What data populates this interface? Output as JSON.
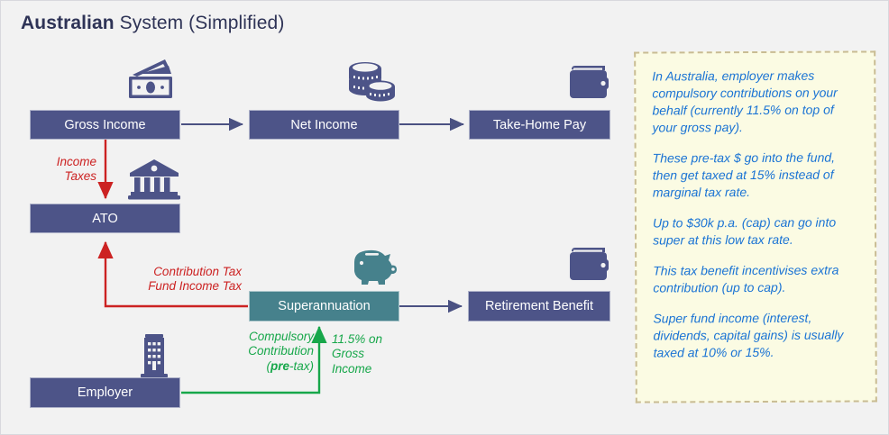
{
  "title": {
    "bold": "Australian",
    "rest": " System (Simplified)"
  },
  "colors": {
    "canvas_bg": "#f2f2f2",
    "navy": "#4d5488",
    "teal": "#46818c",
    "red": "#cc2222",
    "green": "#17a74a",
    "note_bg": "#fbfbe3",
    "note_border": "#c9bc93",
    "note_text": "#1a73d4",
    "title": "#2e3356"
  },
  "nodes": {
    "gross_income": "Gross Income",
    "net_income": "Net Income",
    "take_home_pay": "Take-Home Pay",
    "ato": "ATO",
    "superannuation": "Superannuation",
    "retirement_benefit": "Retirement Benefit",
    "employer": "Employer"
  },
  "edge_labels": {
    "income_taxes": "Income\nTaxes",
    "contribution_tax": "Contribution Tax\nFund Income Tax",
    "compulsory_contribution_pre": "Compulsory\nContribution\n(",
    "compulsory_contribution_bold": "pre",
    "compulsory_contribution_post": "-tax)",
    "rate_on_gross": "11.5% on\nGross\nIncome"
  },
  "icons": {
    "banknote": "banknote-icon",
    "coins": "coins-icon",
    "wallet_top": "wallet-icon",
    "bank": "bank-building-icon",
    "piggy_bank": "piggy-bank-icon",
    "wallet_bottom": "wallet-icon",
    "office_building": "office-building-icon"
  },
  "notes": [
    "In Australia, employer makes compulsory contributions on your behalf (currently 11.5% on top of your gross pay).",
    "These pre-tax $ go into the fund, then get taxed at 15% instead of marginal tax rate.",
    "Up to $30k p.a. (cap) can go into super at this low tax rate.",
    "This tax benefit incentivises extra contribution (up to cap).",
    "Super fund income (interest, dividends, capital gains) is usually taxed at 10% or 15%."
  ]
}
